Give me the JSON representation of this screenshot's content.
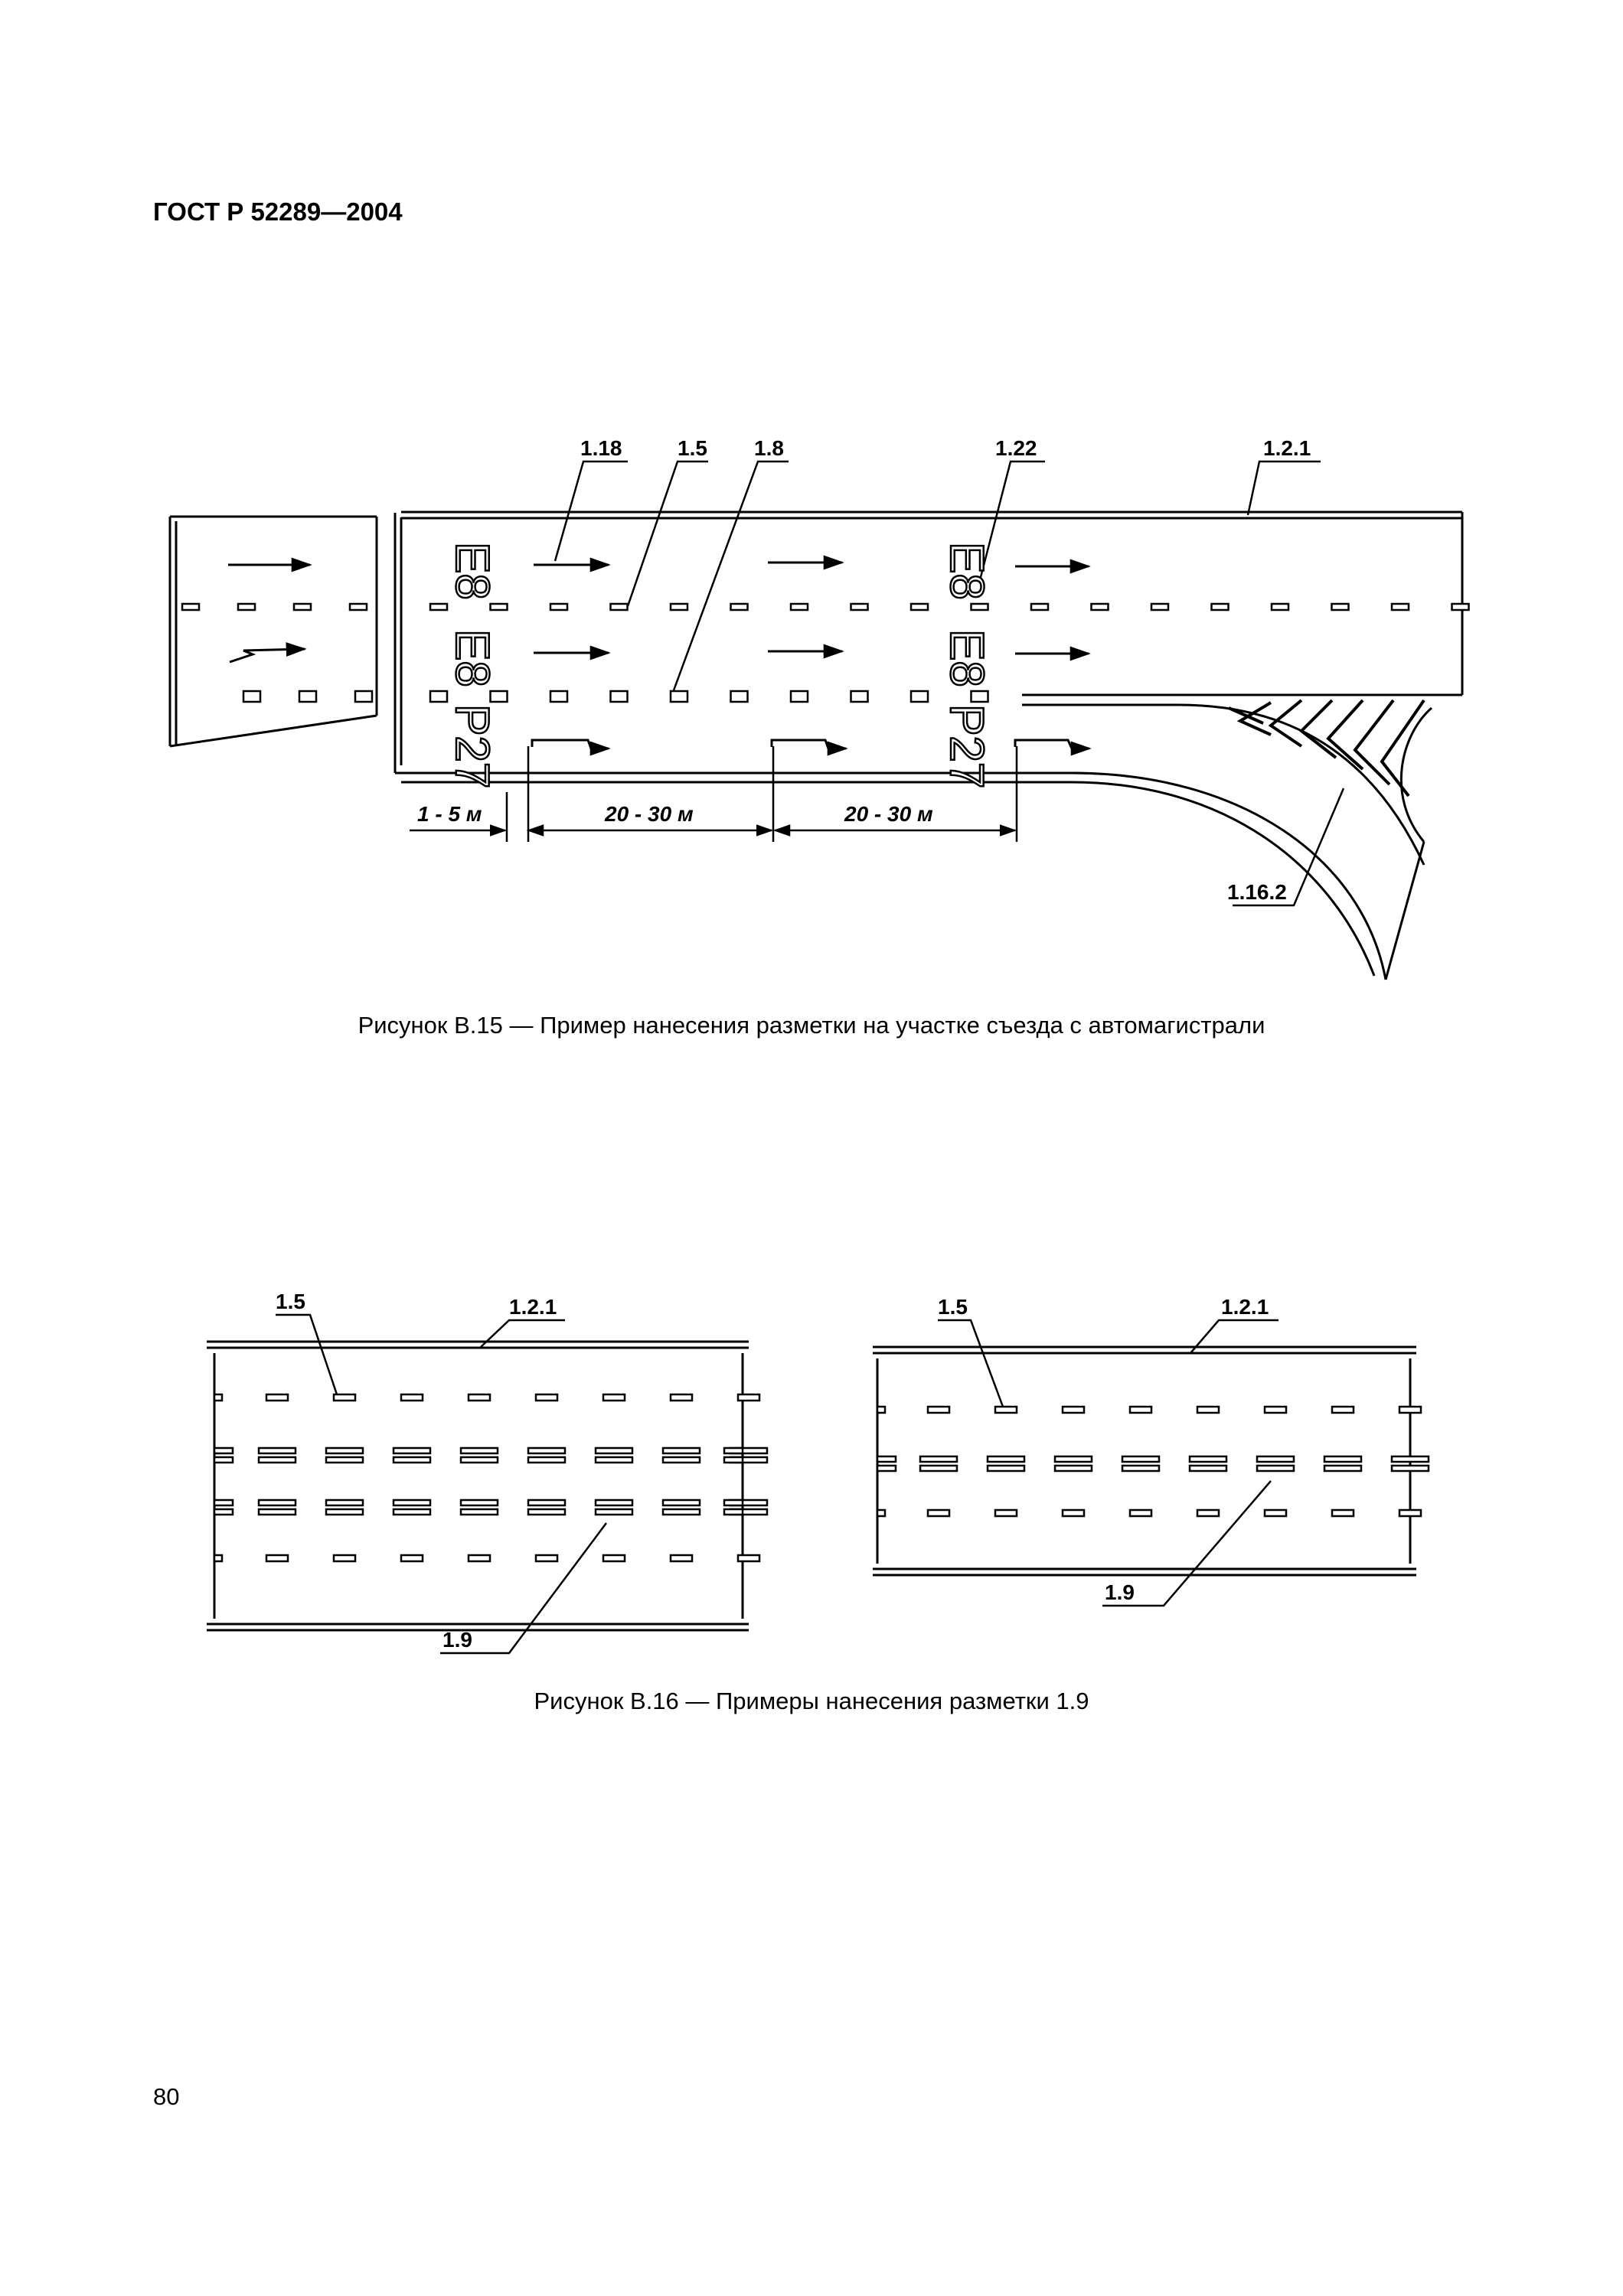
{
  "header": {
    "standard": "ГОСТ Р 52289—2004"
  },
  "figure_b15": {
    "callouts": {
      "c118": "1.18",
      "c15": "1.5",
      "c18": "1.8",
      "c122": "1.22",
      "c121": "1.2.1",
      "c1162": "1.16.2"
    },
    "dimensions": {
      "d1": "1 - 5 м",
      "d2": "20 - 30 м",
      "d3": "20 - 30 м"
    },
    "road_texts": {
      "e8": "Е8",
      "p27": "Р27"
    },
    "caption": "Рисунок В.15 — Пример нанесения разметки на участке съезда с автомагистрали"
  },
  "figure_b16": {
    "left": {
      "c15": "1.5",
      "c121": "1.2.1",
      "c19": "1.9"
    },
    "right": {
      "c15": "1.5",
      "c121": "1.2.1",
      "c19": "1.9"
    },
    "caption": "Рисунок В.16 — Примеры нанесения разметки 1.9"
  },
  "page": {
    "number": "80"
  }
}
